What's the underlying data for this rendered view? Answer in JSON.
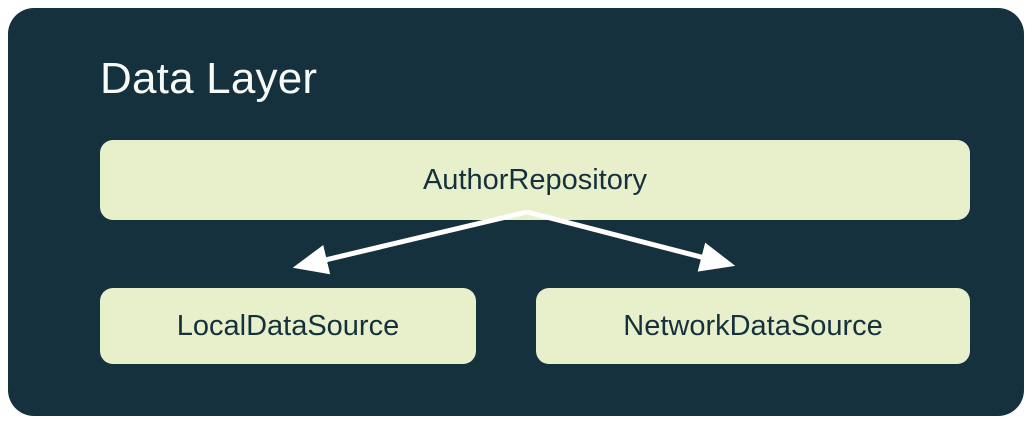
{
  "diagram": {
    "title": "Data Layer",
    "nodes": [
      {
        "id": "author-repository",
        "label": "AuthorRepository"
      },
      {
        "id": "local-data-source",
        "label": "LocalDataSource"
      },
      {
        "id": "network-data-source",
        "label": "NetworkDataSource"
      }
    ],
    "edges": [
      {
        "from": "AuthorRepository",
        "to": "LocalDataSource"
      },
      {
        "from": "AuthorRepository",
        "to": "NetworkDataSource"
      }
    ]
  },
  "colors": {
    "page-bg": "#FFFFFF",
    "panel-bg": "#16313E",
    "node-bg": "#E7F0CB",
    "node-text": "#16313E",
    "title-text": "#F8FAF5",
    "arrow": "#FFFFFF"
  }
}
